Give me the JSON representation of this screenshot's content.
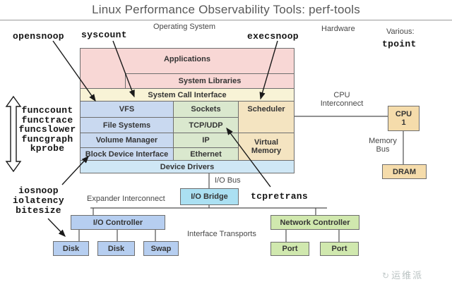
{
  "title": "Linux Performance Observability Tools: perf-tools",
  "labels": {
    "operating_system": "Operating System",
    "hardware": "Hardware",
    "various": "Various:",
    "io_bus": "I/O Bus",
    "expander_interconnect": "Expander Interconnect",
    "interface_transports": "Interface Transports",
    "cpu_interconnect": "CPU Interconnect",
    "memory_bus": "Memory Bus"
  },
  "tools": {
    "opensnoop": "opensnoop",
    "syscount": "syscount",
    "execsnoop": "execsnoop",
    "tpoint": "tpoint",
    "tcpretrans": "tcpretrans",
    "func_tools": [
      "funccount",
      "functrace",
      "funcslower",
      "funcgraph",
      "kprobe"
    ],
    "io_tools": [
      "iosnoop",
      "iolatency",
      "bitesize"
    ]
  },
  "os_box": {
    "applications": "Applications",
    "system_libraries": "System Libraries",
    "system_call_interface": "System Call Interface",
    "vfs": "VFS",
    "sockets": "Sockets",
    "scheduler": "Scheduler",
    "file_systems": "File Systems",
    "tcp_udp": "TCP/UDP",
    "volume_manager": "Volume Manager",
    "ip": "IP",
    "virtual_memory": "Virtual Memory",
    "block_device_interface": "Block Device Interface",
    "ethernet": "Ethernet",
    "device_drivers": "Device Drivers"
  },
  "hardware": {
    "cpu": "CPU 1",
    "dram": "DRAM",
    "io_bridge": "I/O Bridge",
    "io_controller": "I/O Controller",
    "disk1": "Disk",
    "disk2": "Disk",
    "swap": "Swap",
    "network_controller": "Network Controller",
    "port1": "Port",
    "port2": "Port"
  },
  "watermark": {
    "icon": "swirl-logo-icon",
    "text": "运维派"
  },
  "colors": {
    "pink": "#f8d7d5",
    "cream": "#f8f3d6",
    "blue": "#c9d9f0",
    "green": "#dae8ce",
    "tan": "#f4e4c1",
    "lightblue": "#cfe7f5",
    "cyan": "#abe0f2",
    "hwblue": "#b6cef0",
    "hwgreen": "#d0e8ae",
    "hwtan": "#f5dcab"
  }
}
